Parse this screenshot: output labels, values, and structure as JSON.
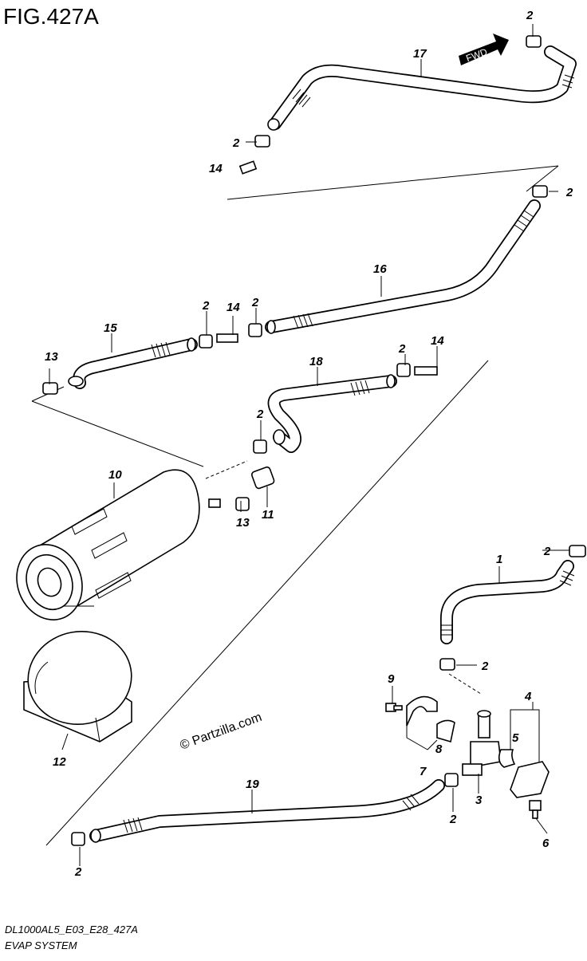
{
  "figure": {
    "title": "FIG.427A",
    "model_code": "DL1000AL5_E03_E28_427A",
    "section_name": "EVAP SYSTEM",
    "direction_label": "FWD",
    "watermark": "© Partzilla.com"
  },
  "callouts": {
    "c1": "1",
    "c2a": "2",
    "c2b": "2",
    "c2c": "2",
    "c2d": "2",
    "c2e": "2",
    "c2f": "2",
    "c2g": "2",
    "c2h": "2",
    "c2i": "2",
    "c2j": "2",
    "c2k": "2",
    "c3": "3",
    "c4": "4",
    "c5": "5",
    "c6": "6",
    "c7": "7",
    "c8": "8",
    "c9": "9",
    "c10": "10",
    "c11": "11",
    "c12": "12",
    "c13a": "13",
    "c13b": "13",
    "c14a": "14",
    "c14b": "14",
    "c14c": "14",
    "c15": "15",
    "c16": "16",
    "c17": "17",
    "c18": "18",
    "c19": "19"
  }
}
